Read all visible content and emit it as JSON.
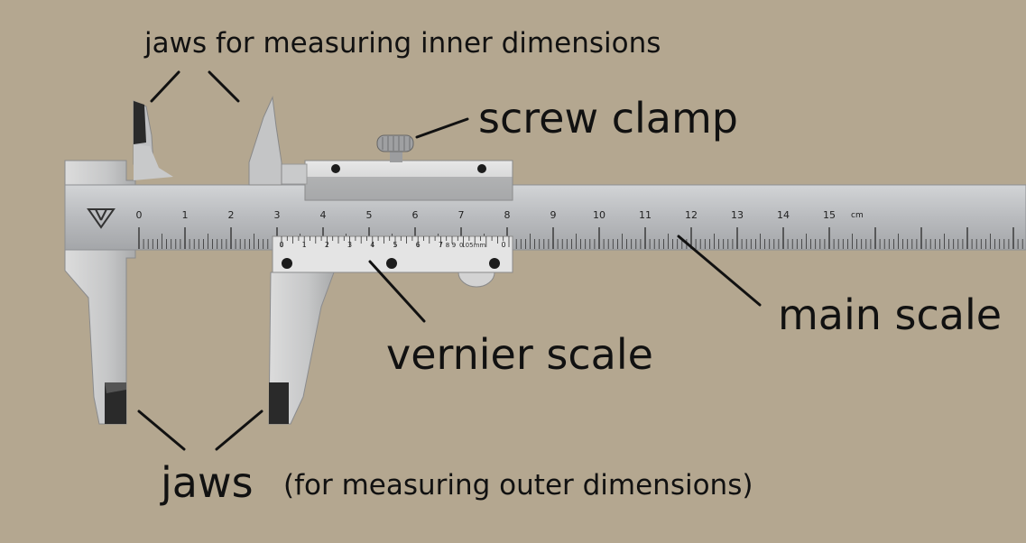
{
  "labels": {
    "inner_jaws": "jaws for measuring inner dimensions",
    "screw_clamp": "screw clamp",
    "main_scale": "main scale",
    "vernier_scale": "vernier scale",
    "jaws": "jaws",
    "jaws_detail": "(for measuring outer dimensions)"
  },
  "main_scale_numbers": [
    "0",
    "1",
    "2",
    "3",
    "4",
    "5",
    "6",
    "7",
    "8",
    "9",
    "10",
    "11",
    "12",
    "13",
    "14",
    "15"
  ],
  "main_scale_unit": "cm",
  "vernier_numbers": [
    "0",
    "1",
    "2",
    "3",
    "4",
    "5",
    "6",
    "7",
    "8",
    "9",
    "0"
  ],
  "vernier_note": "0.05mm",
  "colors": {
    "background": "#b4a790",
    "steel": "#c4c6c8",
    "steel_dark": "#8d8f92",
    "ink": "#111111"
  }
}
